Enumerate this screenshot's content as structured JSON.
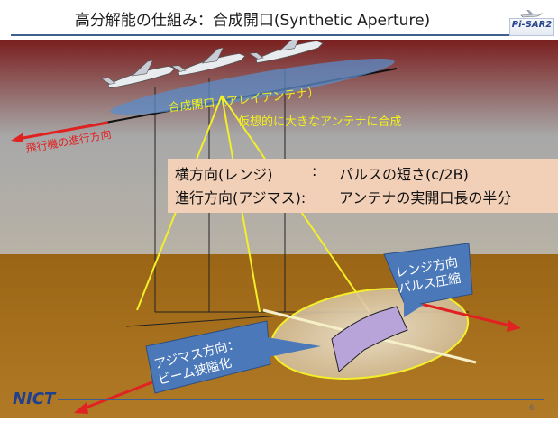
{
  "slide": {
    "title": "高分解能の仕組み：合成開口(Synthetic Aperture)",
    "page_number": "6"
  },
  "logos": {
    "pisar": "Pi-SAR2",
    "nict": "NICT"
  },
  "diagram": {
    "aperture_label": "合成開口（アレイアンテナ）",
    "virtual_antenna_label": "仮想的に大きなアンテナに合成",
    "flight_direction_label": "飛行機の進行方向",
    "range_direction": {
      "line1": "レンジ方向",
      "line2": "パルス圧縮"
    },
    "azimuth_direction": {
      "line1": "アジマス方向：",
      "line2": "ビーム狭隘化"
    }
  },
  "info_box": {
    "row1": {
      "term": "横方向(レンジ)",
      "sep": ":",
      "desc": "パルスの短さ(c/2B)"
    },
    "row2": {
      "term": "進行方向(アジマス):",
      "desc": "アンテナの実開口長の半分"
    }
  },
  "colors": {
    "sky_top": "#7a1f1f",
    "ground": "#a76d1a",
    "beam": "#f3ef2a",
    "arrow": "#e02222",
    "footprint": "#d9c7a8",
    "callout": "#4a78b8"
  }
}
